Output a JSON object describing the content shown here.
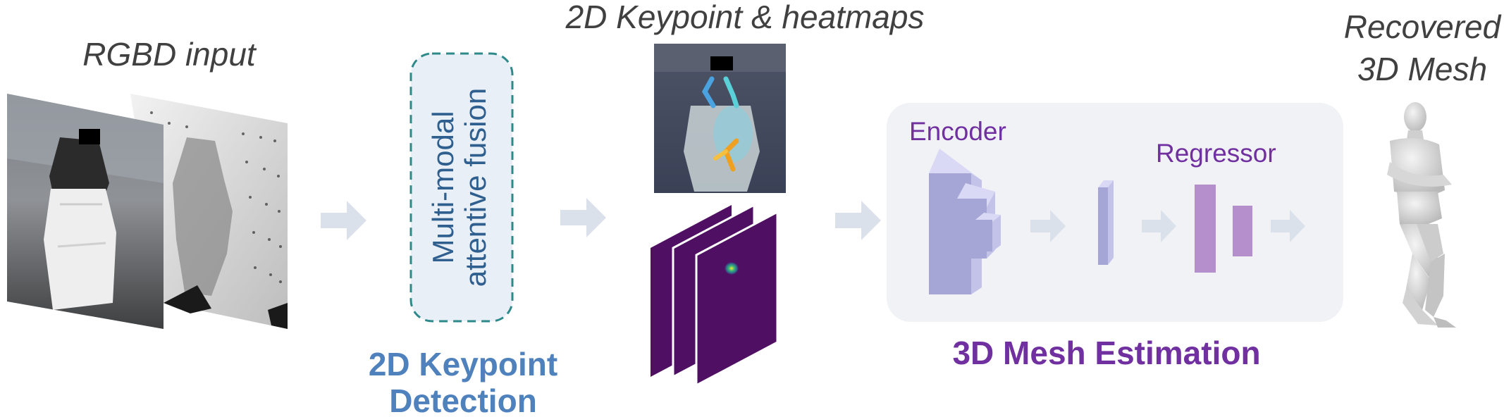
{
  "labels": {
    "rgbd_input": "RGBD input",
    "keypoint_heatmaps": "2D Keypoint & heatmaps",
    "recovered_line1": "Recovered",
    "recovered_line2": "3D Mesh",
    "fusion_line1": "Multi-modal",
    "fusion_line2": "attentive fusion",
    "detection_line1": "2D Keypoint",
    "detection_line2": "Detection",
    "encoder": "Encoder",
    "regressor": "Regressor",
    "mesh_estimation": "3D Mesh Estimation"
  },
  "colors": {
    "arrow": "#dbe1ea",
    "fusion_fill": "#e9eff7",
    "fusion_border": "#2e8a8a",
    "heatmap": "#4f0f63",
    "panel_fill": "#f1f2f6",
    "encoder_front": "#d9d9f5",
    "encoder_side": "#a6a6d6",
    "regressor": "#b58fcc",
    "purple_text": "#7030a0",
    "blue_text": "#4f81bd"
  }
}
